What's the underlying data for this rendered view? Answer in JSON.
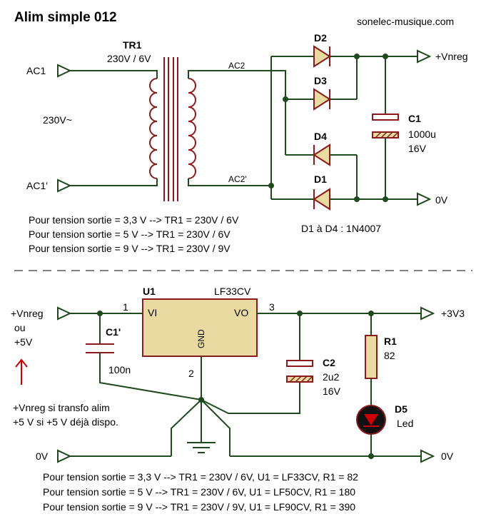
{
  "title": "Alim simple 012",
  "website": "sonelec-musique.com",
  "top": {
    "transformer": {
      "ref": "TR1",
      "value": "230V / 6V"
    },
    "inputs": {
      "ac1": "AC1",
      "ac1p": "AC1'",
      "mains": "230V~"
    },
    "nodes": {
      "ac2": "AC2",
      "ac2p": "AC2'"
    },
    "diodes": {
      "d1": "D1",
      "d2": "D2",
      "d3": "D3",
      "d4": "D4",
      "note": "D1 à D4 : 1N4007"
    },
    "capacitor": {
      "ref": "C1",
      "value": "1000u",
      "voltage": "16V"
    },
    "outputs": {
      "vnreg": "+Vnreg",
      "zero": "0V"
    },
    "notes": [
      "Pour tension sortie = 3,3 V --> TR1 = 230V / 6V",
      "Pour tension sortie = 5 V --> TR1 = 230V / 6V",
      "Pour tension sortie = 9 V --> TR1 = 230V / 9V"
    ]
  },
  "bottom": {
    "regulator": {
      "ref": "U1",
      "part": "LF33CV",
      "pin_vi": "VI",
      "pin_vo": "VO",
      "pin_gnd": "GND",
      "pin1": "1",
      "pin2": "2",
      "pin3": "3"
    },
    "input_label": [
      "+Vnreg",
      "ou",
      "+5V"
    ],
    "arrow_note": [
      "+Vnreg si transfo alim",
      "+5 V si +5 V déjà dispo."
    ],
    "c1p": {
      "ref": "C1'",
      "value": "100n"
    },
    "c2": {
      "ref": "C2",
      "value": "2u2",
      "voltage": "16V"
    },
    "r1": {
      "ref": "R1",
      "value": "82"
    },
    "d5": {
      "ref": "D5",
      "value": "Led"
    },
    "outputs": {
      "out": "+3V3",
      "zero_left": "0V",
      "zero_right": "0V"
    },
    "notes": [
      "Pour tension sortie = 3,3 V --> TR1 = 230V / 6V, U1 = LF33CV, R1 = 82",
      "Pour tension sortie = 5 V --> TR1 = 230V / 6V, U1 = LF50CV, R1 = 180",
      "Pour tension sortie = 9 V --> TR1 = 230V / 9V, U1 = LF90CV, R1 = 390"
    ]
  },
  "colors": {
    "wire": "#1e4a1e",
    "component": "#8b1a1a",
    "body_fill": "#e8daa0",
    "led": "#cc0000"
  }
}
